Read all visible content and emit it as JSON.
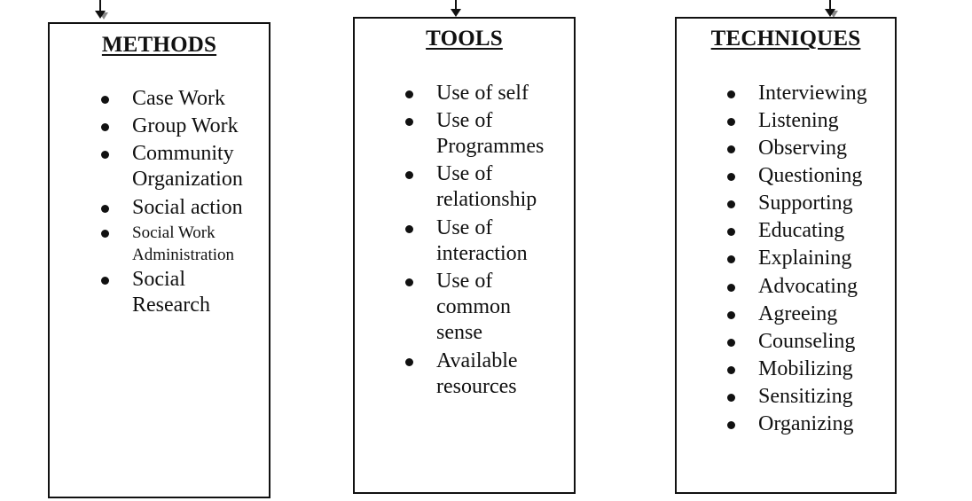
{
  "methods": {
    "title": "METHODS",
    "items": [
      "Case Work",
      "Group Work",
      "Community",
      "Organization",
      "Social action",
      "Social Work",
      "Administration",
      "Social",
      "Research"
    ]
  },
  "tools": {
    "title": "TOOLS",
    "items": [
      "Use of self",
      "Use of",
      "Programmes",
      "Use of",
      "relationship",
      "Use of",
      "interaction",
      "Use of",
      "common",
      "sense",
      "Available",
      "resources"
    ]
  },
  "techniques": {
    "title": "TECHNIQUES",
    "items": [
      "Interviewing",
      "Listening",
      "Observing",
      "Questioning",
      "Supporting",
      "Educating",
      "Explaining",
      "Advocating",
      "Agreeing",
      "Counseling",
      "Mobilizing",
      "Sensitizing",
      "Organizing"
    ]
  },
  "colors": {
    "line": "#111111",
    "arrow_shadow": "#8a8a8a",
    "background": "#ffffff"
  }
}
